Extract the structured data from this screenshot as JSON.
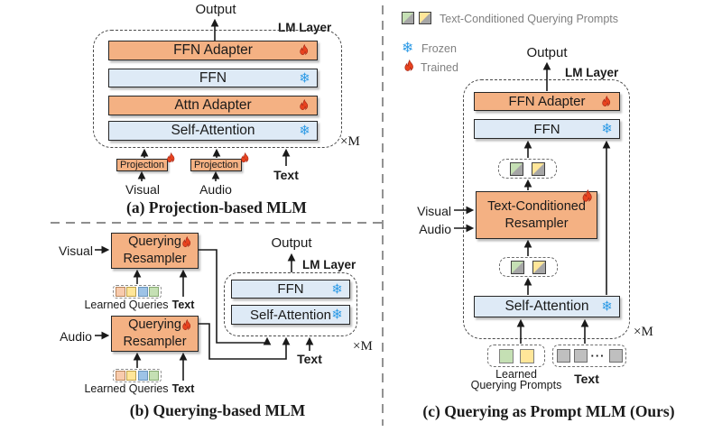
{
  "legend": {
    "prompts_label": "Text-Conditioned Querying Prompts",
    "frozen_label": "Frozen",
    "trained_label": "Trained"
  },
  "icons": {
    "snowflake": "❄"
  },
  "colors": {
    "trained_fill": "#F4B183",
    "frozen_fill": "#DEEAF6",
    "flame_red": "#E8431F",
    "snowflake_blue": "#2E9BE6",
    "query_peach": "#F8CBAD",
    "query_yellow": "#FFE699",
    "query_blue": "#9DC3E6",
    "query_green": "#C5E0B4",
    "token_gray": "#BFBFBF"
  },
  "panel_a": {
    "caption": "(a) Projection-based MLM",
    "output_label": "Output",
    "lm_layer_label": "LM Layer",
    "repeat_label": "×M",
    "layers": [
      {
        "label": "FFN Adapter",
        "state": "trained"
      },
      {
        "label": "FFN",
        "state": "frozen"
      },
      {
        "label": "Attn Adapter",
        "state": "trained"
      },
      {
        "label": "Self-Attention",
        "state": "frozen"
      }
    ],
    "projections": [
      {
        "label": "Projection",
        "state": "trained"
      },
      {
        "label": "Projection",
        "state": "trained"
      }
    ],
    "visual_label": "Visual",
    "audio_label": "Audio",
    "text_label": "Text"
  },
  "panel_b": {
    "caption": "(b) Querying-based MLM",
    "output_label": "Output",
    "lm_layer_label": "LM Layer",
    "repeat_label": "×M",
    "resamplers": [
      {
        "line1": "Querying",
        "line2": "Resampler",
        "input": "Visual",
        "queries_label": "Learned Queries",
        "text_label": "Text",
        "state": "trained"
      },
      {
        "line1": "Querying",
        "line2": "Resampler",
        "input": "Audio",
        "queries_label": "Learned Queries",
        "text_label": "Text",
        "state": "trained"
      }
    ],
    "layers": [
      {
        "label": "FFN",
        "state": "frozen"
      },
      {
        "label": "Self-Attention",
        "state": "frozen"
      }
    ],
    "text_label": "Text"
  },
  "panel_c": {
    "caption": "(c) Querying as Prompt MLM (Ours)",
    "output_label": "Output",
    "lm_layer_label": "LM Layer",
    "repeat_label": "×M",
    "ffn_adapter_label": "FFN Adapter",
    "ffn_label": "FFN",
    "self_attention_label": "Self-Attention",
    "resampler_line1": "Text-Conditioned",
    "resampler_line2": "Resampler",
    "visual_label": "Visual",
    "audio_label": "Audio",
    "learned_prompts_line1": "Learned",
    "learned_prompts_line2": "Querying Prompts",
    "text_label": "Text",
    "text_dots": "···"
  }
}
